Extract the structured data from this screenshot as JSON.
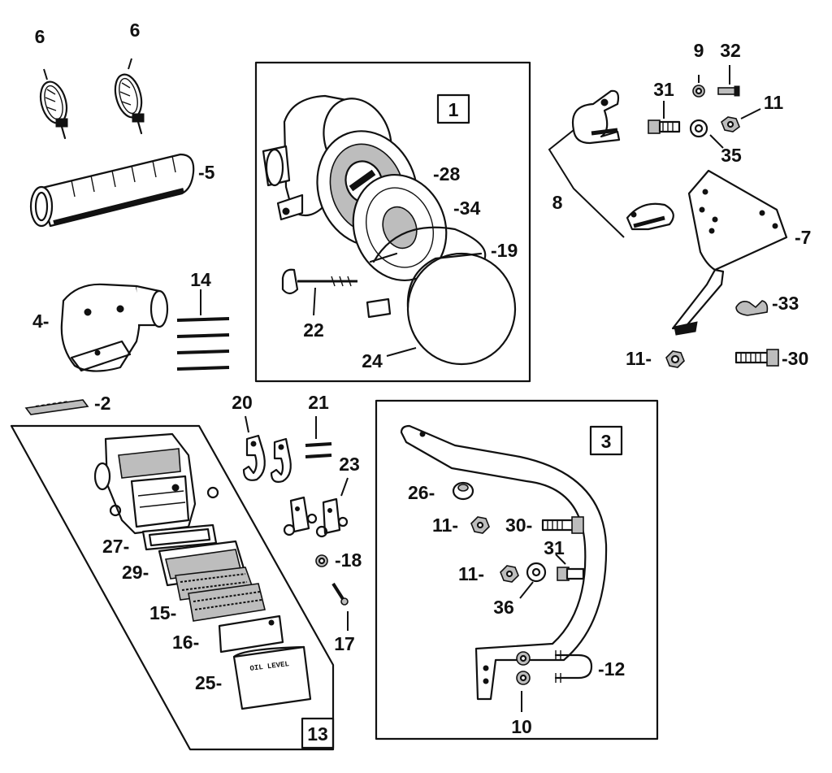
{
  "diagram": {
    "group_boxes": [
      "1",
      "3",
      "13"
    ],
    "labels": {
      "p6a": "6",
      "p6b": "6",
      "p5": "-5",
      "p14": "14",
      "p4": "4-",
      "p2": "-2",
      "p28": "-28",
      "p34": "-34",
      "p19": "-19",
      "p22": "22",
      "p24": "24",
      "p9": "9",
      "p32": "32",
      "p31a": "31",
      "p11a": "11",
      "p35": "35",
      "p8": "8",
      "p7": "-7",
      "p33": "-33",
      "p11b": "11-",
      "p30a": "-30",
      "p20": "20",
      "p21": "21",
      "p23": "23",
      "p18": "-18",
      "p17": "17",
      "p27": "27-",
      "p29": "29-",
      "p15": "15-",
      "p16": "16-",
      "p25": "25-",
      "p26": "26-",
      "p11c": "11-",
      "p30b": "30-",
      "p31b": "31",
      "p11d": "11-",
      "p36": "36",
      "p12": "-12",
      "p10": "10"
    },
    "decal_text": "OIL LEVEL"
  }
}
